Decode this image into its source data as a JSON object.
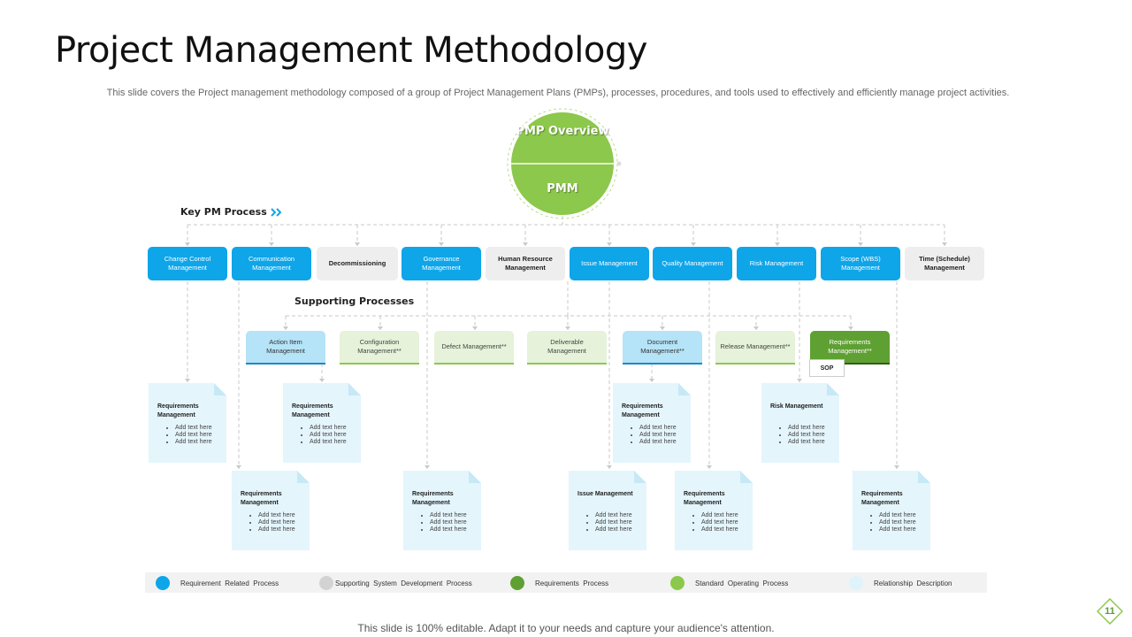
{
  "title": "Project Management Methodology",
  "subtitle": "This slide covers the Project management methodology composed of a group of Project Management Plans (PMPs), processes, procedures, and tools used to effectively and efficiently manage project activities.",
  "center": {
    "top_label": "PMP Overview",
    "bottom_label": "PMM"
  },
  "key_pm_process": {
    "label": "Key PM Process",
    "icon": "double-chevron-right-icon"
  },
  "processes": [
    {
      "label": "Change Control Management",
      "style": "blue"
    },
    {
      "label": "Communication Management",
      "style": "blue"
    },
    {
      "label": "Decommissioning",
      "style": "grey"
    },
    {
      "label": "Governance Management",
      "style": "blue"
    },
    {
      "label": "Human Resource Management",
      "style": "grey"
    },
    {
      "label": "Issue Management",
      "style": "blue"
    },
    {
      "label": "Quality Management",
      "style": "blue"
    },
    {
      "label": "Risk Management",
      "style": "blue"
    },
    {
      "label": "Scope (WBS) Management",
      "style": "blue"
    },
    {
      "label": "Time (Schedule) Management",
      "style": "grey"
    }
  ],
  "supporting": {
    "label": "Supporting Processes",
    "items": [
      {
        "label": "Action Item Management",
        "style": "lblue"
      },
      {
        "label": "Configuration Management**",
        "style": "lgreen"
      },
      {
        "label": "Defect Management**",
        "style": "lgreen"
      },
      {
        "label": "Deliverable Management",
        "style": "lgreen"
      },
      {
        "label": "Document Management**",
        "style": "lblue"
      },
      {
        "label": "Release Management**",
        "style": "lgreen"
      },
      {
        "label": "Requirements Management**",
        "style": "dgreen"
      }
    ],
    "sop_label": "SOP"
  },
  "cards": [
    {
      "title": "Requirements Management",
      "bullets": [
        "Add text here",
        "Add text here",
        "Add text here"
      ]
    },
    {
      "title": "Requirements Management",
      "bullets": [
        "Add text here",
        "Add text here",
        "Add text here"
      ]
    },
    {
      "title": "Requirements Management",
      "bullets": [
        "Add text here",
        "Add text here",
        "Add text here"
      ]
    },
    {
      "title": "Risk Management",
      "bullets": [
        "Add text here",
        "Add text here",
        "Add text here"
      ]
    },
    {
      "title": "Requirements Management",
      "bullets": [
        "Add text here",
        "Add text here",
        "Add text here"
      ]
    },
    {
      "title": "Requirements Management",
      "bullets": [
        "Add text here",
        "Add text here",
        "Add text here"
      ]
    },
    {
      "title": "Issue Management",
      "bullets": [
        "Add text here",
        "Add text here",
        "Add text here"
      ]
    },
    {
      "title": "Requirements Management",
      "bullets": [
        "Add text here",
        "Add text here",
        "Add text here"
      ]
    },
    {
      "title": "Requirements Management",
      "bullets": [
        "Add text here",
        "Add text here",
        "Add text here"
      ]
    }
  ],
  "legend": [
    {
      "label": "Requirement  Related  Process",
      "color": "#0ea5e9"
    },
    {
      "label": "Supporting  System  Development  Process",
      "color": "#d3d3d3"
    },
    {
      "label": "Requirements  Process",
      "color": "#5fa033"
    },
    {
      "label": "Standard  Operating  Process",
      "color": "#8cc84b"
    },
    {
      "label": "Relationship  Description",
      "color": "#dff3fb"
    }
  ],
  "footer": "This slide is 100% editable. Adapt it to your needs and capture your audience's attention.",
  "page_number": "11",
  "colors": {
    "blue": "#0ea5e9",
    "grey": "#eeeeee",
    "green": "#8cc84b",
    "dark_green": "#5fa033",
    "card_bg": "#e4f5fc"
  }
}
